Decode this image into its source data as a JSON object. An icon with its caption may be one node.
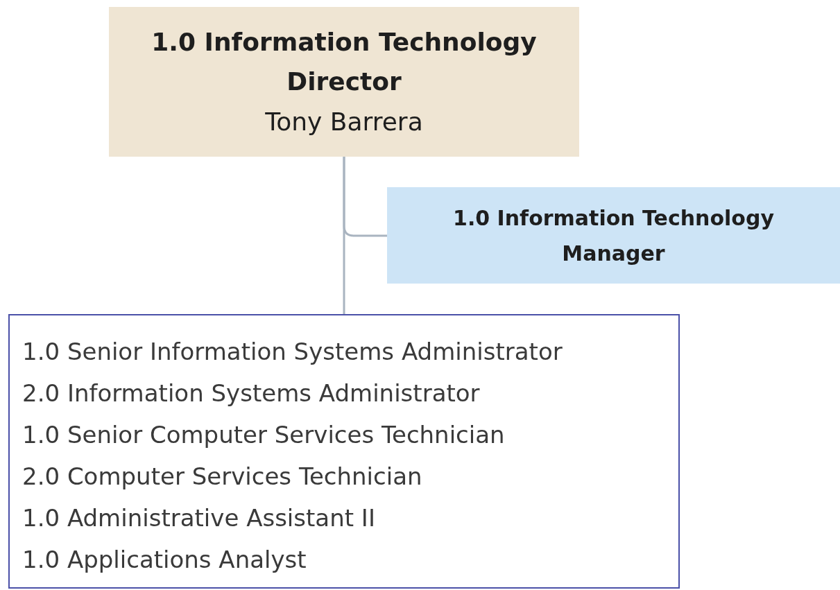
{
  "diagram": {
    "nodes": [
      {
        "text": [
          "1.0 Information Technology Director",
          "Tony Barrera"
        ]
      },
      {
        "text": [
          "1.0 Information Technology Manager"
        ]
      },
      {
        "text": [
          "1.0 Senior Information Systems Administrator",
          "2.0 Information Systems Administrator",
          "1.0 Senior Computer Services Technician",
          "2.0 Computer Services Technician",
          "1.0 Administrative Assistant II",
          "1.0 Applications Analyst"
        ]
      }
    ],
    "edges": [
      {
        "from": 0,
        "to": 1,
        "arrow": "none"
      },
      {
        "from": 0,
        "to": 2,
        "arrow": "none"
      }
    ]
  }
}
